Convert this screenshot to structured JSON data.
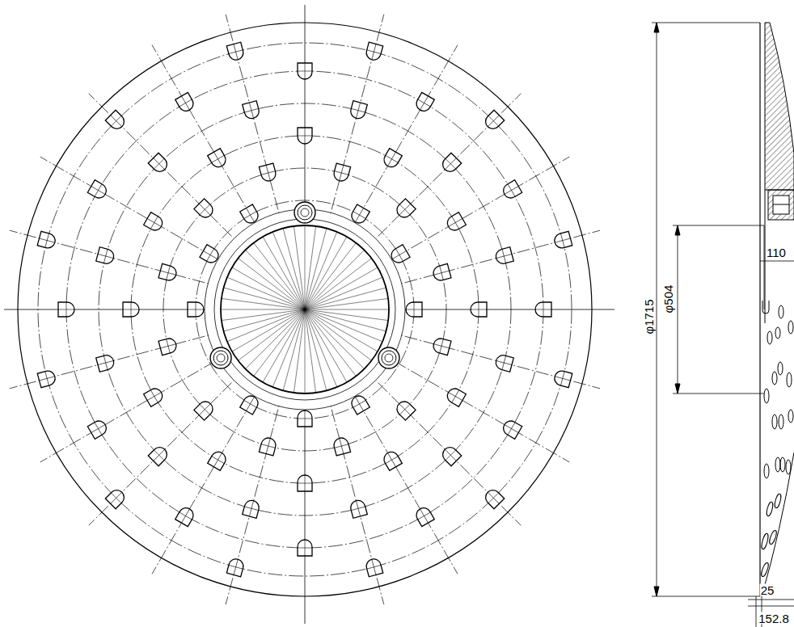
{
  "diagram": {
    "labels": [
      "φ1715",
      "φ504",
      "110",
      "25",
      "152.8"
    ]
  }
}
